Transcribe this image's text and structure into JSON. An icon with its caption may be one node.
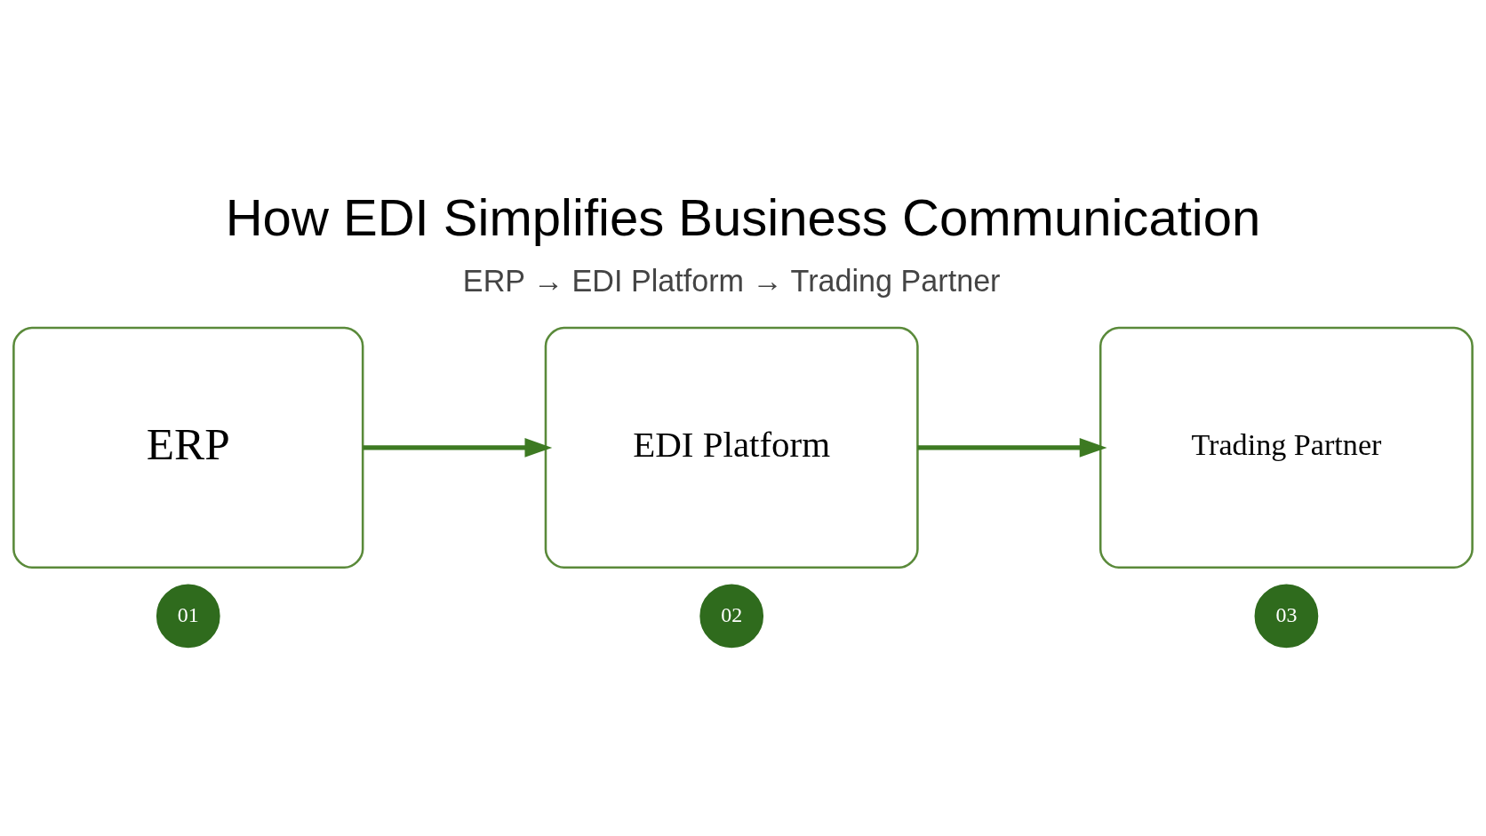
{
  "diagram": {
    "title": "How EDI Simplifies Business Communication",
    "nodes": [
      {
        "text": [
          "ERP"
        ]
      },
      {
        "text": [
          "01"
        ]
      },
      {
        "text": [
          "EDI Platform"
        ]
      },
      {
        "text": [
          "02"
        ]
      },
      {
        "text": [
          "Trading Partner"
        ]
      },
      {
        "text": [
          "03"
        ]
      }
    ],
    "edges": [
      {
        "from": 0,
        "to": 2,
        "arrow": "to"
      },
      {
        "from": 2,
        "to": 4,
        "arrow": "to"
      }
    ],
    "labels": [
      "ERP → EDI Platform → Trading Partner"
    ]
  }
}
